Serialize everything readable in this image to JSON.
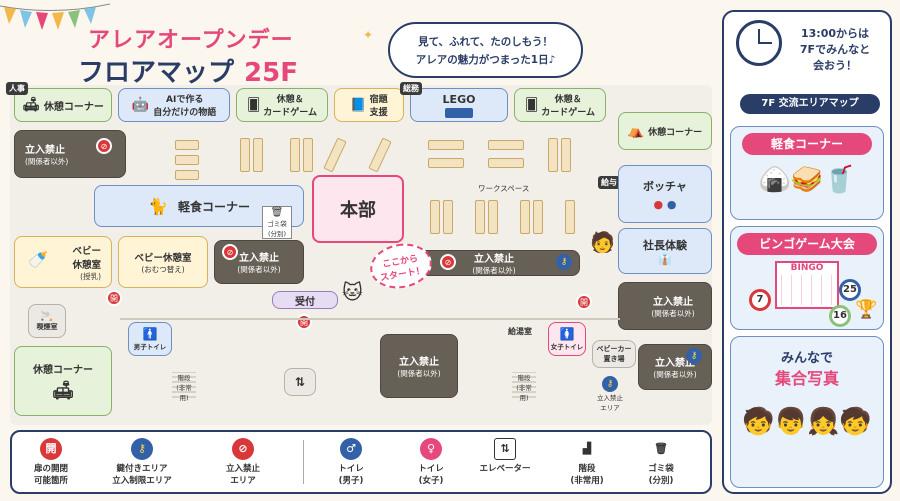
{
  "header": {
    "title_line1": "アレアオープンデー",
    "title_line2": "フロアマップ",
    "floor": "25F",
    "bubble_line1": "見て、ふれて、たのしもう！",
    "bubble_line2": "アレアの魅力がつまった1日♪"
  },
  "badges": {
    "jinji": "人事",
    "soumu": "総務",
    "kyuyo": "給与"
  },
  "rooms": {
    "rest_top_left": "休憩コーナー",
    "ai_story": "AIで作る\n自分だけの物語",
    "rest_card1": "休憩＆\nカードゲーム",
    "homework": "宿題\n支援",
    "lego": "LEGO",
    "rest_card2": "休憩＆\nカードゲーム",
    "rest_right": "休憩コーナー",
    "snack": "軽食コーナー",
    "trash_small": "ゴミ袋\n(分別)",
    "honbu": "本部",
    "workspace": "ワークスペース",
    "bocce": "ボッチャ",
    "ceo": "社長体験",
    "baby_nursing": "ベビー\n休憩室",
    "baby_nursing_sub": "(授乳)",
    "baby_diaper": "ベビー休憩室",
    "baby_diaper_sub": "(おむつ替え)",
    "smoking": "喫煙室",
    "reception": "受付",
    "kitchen": "給湯室",
    "stroller": "ベビーカー\n置き場",
    "rest_bottom_left": "休憩コーナー",
    "toilet_m": "男子トイレ",
    "toilet_f": "女子トイレ",
    "stairs_label": "階段\n(非常用)",
    "start": "ここから\nスタート！",
    "locked_area": "立入禁止\nエリア"
  },
  "restricted": {
    "label": "立入禁止",
    "sub": "(関係者以外)"
  },
  "door_mark": "開",
  "side_panel": {
    "clock_text": "13:00からは\n7Fでみんなと\n会おう！",
    "map_link": "7F 交流エリアマップ",
    "snack_title": "軽食コーナー",
    "bingo_title": "ビンゴゲーム大会",
    "bingo_card": "BINGO",
    "bingo_balls": [
      "7",
      "25",
      "16"
    ],
    "photo_title_1": "みんなで",
    "photo_title_2": "集合写真"
  },
  "legend": [
    {
      "icon": "door-icon",
      "label": "扉の開閉\n可能箇所"
    },
    {
      "icon": "key-icon",
      "label": "鍵付きエリア\n立入制限エリア"
    },
    {
      "icon": "no-entry-icon",
      "label": "立入禁止\nエリア"
    },
    {
      "icon": "toilet-male-icon",
      "label": "トイレ\n(男子)"
    },
    {
      "icon": "toilet-female-icon",
      "label": "トイレ\n(女子)"
    },
    {
      "icon": "elevator-icon",
      "label": "エレベーター"
    },
    {
      "icon": "stairs-icon",
      "label": "階段\n(非常用)"
    },
    {
      "icon": "trash-icon",
      "label": "ゴミ袋\n(分別)"
    }
  ],
  "colors": {
    "navy": "#2a3d66",
    "pink": "#e5487a",
    "red": "#d9383a",
    "blue": "#3361a7"
  }
}
